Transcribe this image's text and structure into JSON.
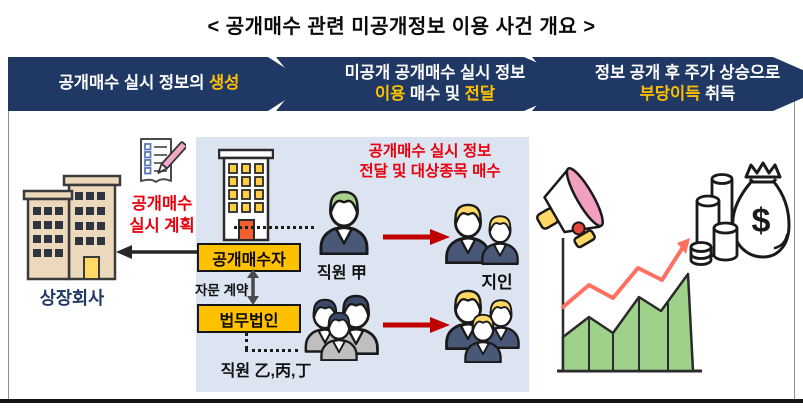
{
  "title": "< 공개매수 관련 미공개정보 이용 사건 개요 >",
  "headers": {
    "s1": {
      "l1a": "공개매수 실시 정보의 ",
      "l1b": "생성"
    },
    "s2": {
      "l1": "미공개 공개매수 실시 정보",
      "l2a": "이용",
      "l2b": " 매수 및 ",
      "l2c": "전달"
    },
    "s3": {
      "l1": "정보 공개 후 주가 상승으로",
      "l2a": "부당이득",
      "l2b": " 취득"
    }
  },
  "diagram": {
    "company_label": "상장회사",
    "plan_line1": "공개매수",
    "plan_line2": "실시 계획",
    "offeror_label": "공개매수자",
    "advisory_label": "자문 계약",
    "lawfirm_label": "법무법인",
    "employee_a_label": "직원 甲",
    "employees_bcd_label": "직원 乙,丙,丁",
    "acquaintance_label": "지인",
    "transfer_line1": "공개매수 실시 정보",
    "transfer_line2": "전달 및 대상종목 매수",
    "dollar_sign": "$"
  },
  "icons": [
    "listed-company-building-icon",
    "tender-offer-document-icon",
    "pencil-icon",
    "offeror-building-icon",
    "employee-person-icon",
    "acquaintance-group-icon",
    "megaphone-icon",
    "rising-stock-chart-icon",
    "coin-stack-icon",
    "money-bag-icon"
  ],
  "colors": {
    "chevron_navy": "#1f3864",
    "highlight_yellow": "#ffc000",
    "red_text": "#e8000d",
    "arrow_red": "#c00000",
    "panel_blue": "#dce4f1",
    "label_box_yellow": "#ffc000",
    "chart_green": "#9ed189",
    "trend_salmon": "#ff7063",
    "building_tan": "#ecd9bc",
    "person_navy": "#4a5878",
    "person_gray": "#bfbfbf",
    "hair_green": "#a8d08d",
    "hair_yellow": "#ffd966"
  }
}
